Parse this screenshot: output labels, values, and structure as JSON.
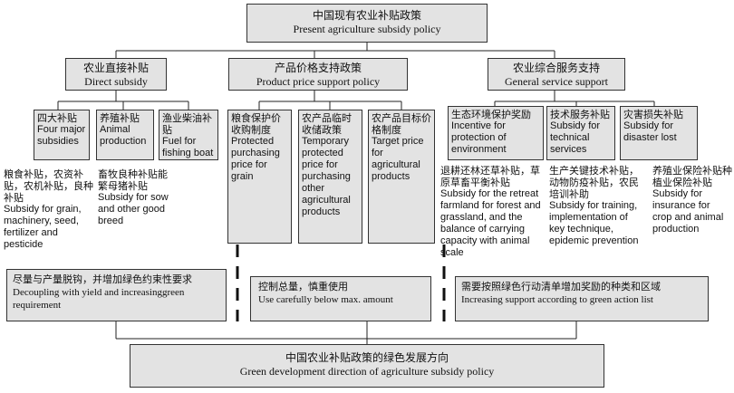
{
  "top": {
    "zh": "中国现有农业补贴政策",
    "en": "Present agriculture subsidy policy"
  },
  "categories": [
    {
      "zh": "农业直接补贴",
      "en": "Direct subsidy"
    },
    {
      "zh": "产品价格支持政策",
      "en": "Product price support policy"
    },
    {
      "zh": "农业综合服务支持",
      "en": "General service support"
    }
  ],
  "leaves": [
    {
      "zh": "四大补贴",
      "en": "Four major subsidies"
    },
    {
      "zh": "养殖补贴",
      "en": "Animal production"
    },
    {
      "zh": "渔业柴油补贴",
      "en": "Fuel for fishing boat"
    },
    {
      "zh": "粮食保护价收购制度",
      "en": "Protected purchasing price for grain"
    },
    {
      "zh": "农产品临时收储政策",
      "en": "Temporary protected price for purchasing other agricultural products"
    },
    {
      "zh": "农产品目标价格制度",
      "en": "Target price for agricultural products"
    },
    {
      "zh": "生态环境保护奖励",
      "en": "Incentive for protection of environment"
    },
    {
      "zh": "技术服务补贴",
      "en": "Subsidy for technical services"
    },
    {
      "zh": "灾害损失补贴",
      "en": "Subsidy for disaster lost"
    }
  ],
  "notes": [
    {
      "zh": "粮食补贴，农资补贴，农机补贴，良种补贴",
      "en": "Subsidy for grain, machinery, seed, fertilizer and pesticide"
    },
    {
      "zh": "畜牧良种补贴能繁母猪补贴",
      "en": "Subsidy for sow and other good breed"
    },
    {
      "zh": "退耕还林还草补贴，草原草畜平衡补贴",
      "en": "Subsidy for the retreat farmland for forest and grassland, and the balance of carrying capacity with animal scale"
    },
    {
      "zh": "生产关键技术补贴，动物防疫补贴，农民培训补助",
      "en": "Subsidy for training, implementation of key technique, epidemic prevention"
    },
    {
      "zh": "养殖业保险补贴种植业保险补贴",
      "en": "Subsidy for insurance for crop and animal production"
    }
  ],
  "directions": [
    {
      "zh": "尽量与产量脱钩，并增加绿色约束性要求",
      "en": "Decoupling with yield and increasinggreen requirement"
    },
    {
      "zh": "控制总量，慎重使用",
      "en": "Use carefully below max. amount"
    },
    {
      "zh": "需要按照绿色行动清单增加奖励的种类和区域",
      "en": "Increasing support according to green action list"
    }
  ],
  "bottom": {
    "zh": "中国农业补贴政策的绿色发展方向",
    "en": "Green development direction of agriculture subsidy policy"
  }
}
